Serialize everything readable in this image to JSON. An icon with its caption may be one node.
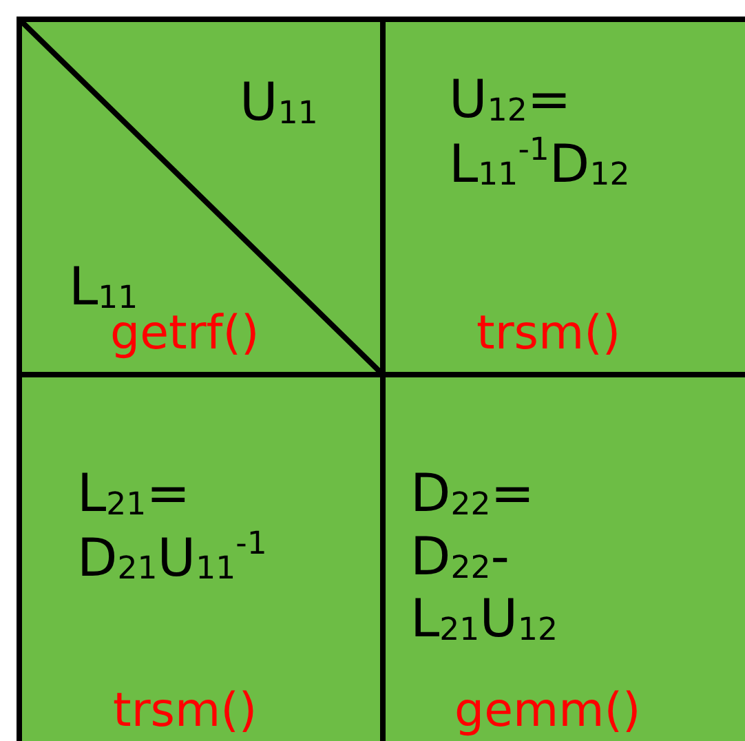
{
  "diagram": {
    "nodes": [
      {
        "text": [
          "U$_{11}$",
          "L$_{11}$",
          "getrf()"
        ]
      },
      {
        "text": [
          "U$_{12}$= L$_{11}$$^{-1}$D$_{12}$",
          "trsm()"
        ]
      },
      {
        "text": [
          "L$_{21}$= D$_{21}$U$_{11}$$^{-1}$",
          "trsm()"
        ]
      },
      {
        "text": [
          "D$_{22}$= D$_{22}$-L$_{21}$U$_{12}$",
          "gemm()"
        ]
      }
    ]
  }
}
